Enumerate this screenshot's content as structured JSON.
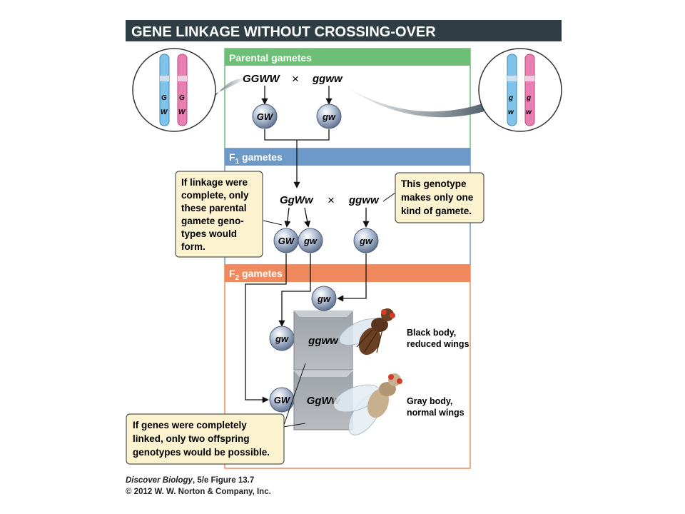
{
  "title": "GENE LINKAGE WITHOUT CROSSING-OVER",
  "sections": {
    "parental": "Parental gametes",
    "f1_prefix": "F",
    "f1_sub": "1",
    "f1_suffix": " gametes",
    "f2_prefix": "F",
    "f2_sub": "2",
    "f2_suffix": " gametes"
  },
  "parental_cross": {
    "left": "GGWW",
    "times": "×",
    "right": "ggww"
  },
  "parental_gametes": [
    "GW",
    "gw"
  ],
  "f1_cross": {
    "left": "GgWw",
    "times": "×",
    "right": "ggww"
  },
  "f1_gametes": [
    "GW",
    "gw",
    "gw"
  ],
  "f2_gamete_top": "gw",
  "punnett": {
    "row_gametes": [
      "gw",
      "GW"
    ],
    "cells": [
      "ggww",
      "GgWw"
    ]
  },
  "phenotypes": [
    {
      "line1": "Black body,",
      "line2": "reduced wings"
    },
    {
      "line1": "Gray body,",
      "line2": "normal wings"
    }
  ],
  "chromosomes": {
    "left": {
      "alleles_a": [
        "G",
        "W"
      ],
      "alleles_b": [
        "G",
        "W"
      ]
    },
    "right": {
      "alleles_a": [
        "g",
        "w"
      ],
      "alleles_b": [
        "g",
        "w"
      ]
    }
  },
  "callouts": {
    "linkage": [
      "If linkage were",
      "complete, only",
      "these parental",
      "gamete geno-",
      "types would",
      "form."
    ],
    "genotype": [
      "This genotype",
      "makes only one",
      "kind of gamete."
    ],
    "offspring": [
      "If genes were completely",
      "linked, only two offspring",
      "genotypes would be possible."
    ]
  },
  "caption": {
    "book": "Discover Biology",
    "edition": ", 5/e  Figure 13.7",
    "copyright": "© 2012 W. W. Norton & Company, Inc."
  },
  "colors": {
    "title_bar": "#2f3e44",
    "parental_bar": "#6cbf75",
    "f1_bar": "#6d99c9",
    "f2_bar": "#f08a5e",
    "callout_fill": "#fbf2cf",
    "chrom_blue": "#7fc3ea",
    "chrom_pink": "#e97fb0"
  }
}
